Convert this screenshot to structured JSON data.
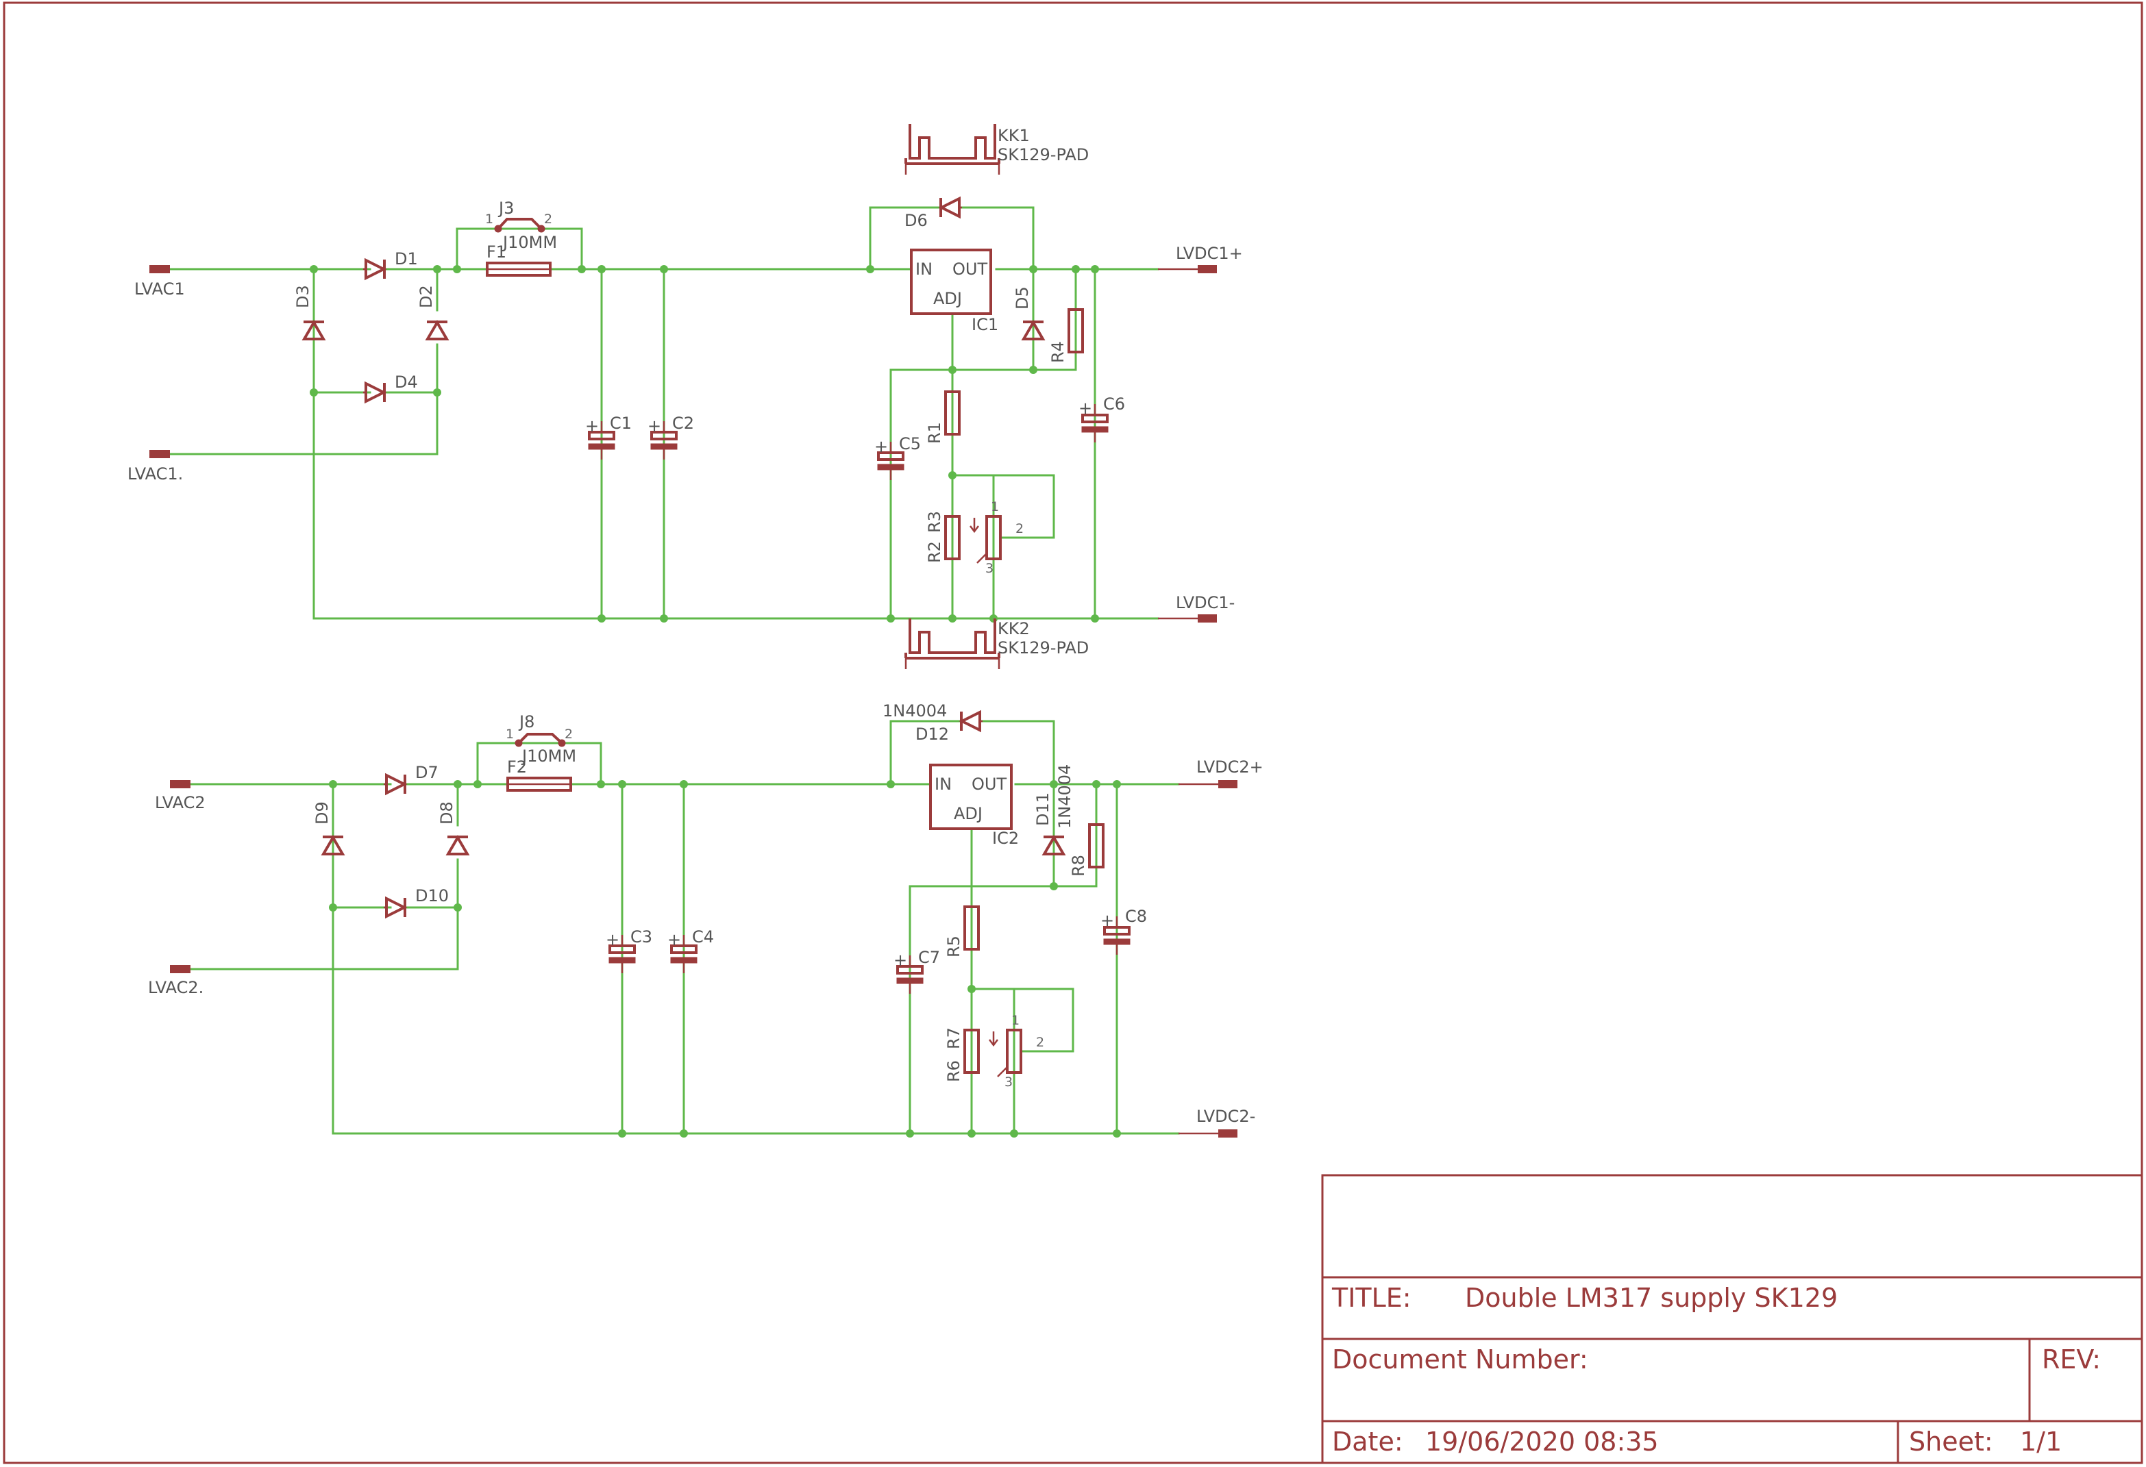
{
  "title_block": {
    "title_label": "TITLE:",
    "title": "Double LM317 supply SK129",
    "document_number_label": "Document Number:",
    "rev_label": "REV:",
    "date_label": "Date:",
    "date": "19/06/2020 08:35",
    "sheet_label": "Sheet:",
    "sheet": "1/1"
  },
  "circuit1": {
    "ac_in_a": "LVAC1",
    "ac_in_b": "LVAC1.",
    "dc_pos": "LVDC1+",
    "dc_neg": "LVDC1-",
    "diode_d1": "D1",
    "diode_d2": "D2",
    "diode_d3": "D3",
    "diode_d4": "D4",
    "diode_d5": "D5",
    "diode_d6": "D6",
    "jumper": "J3",
    "jumper_pin1": "1",
    "jumper_pin2": "2",
    "jumper_value": "J10MM",
    "fuse": "F1",
    "cap_c1": "C1",
    "cap_c2": "C2",
    "cap_c5": "C5",
    "cap_c6": "C6",
    "ic": "IC1",
    "ic_in": "IN",
    "ic_out": "OUT",
    "ic_adj": "ADJ",
    "res_r1": "R1",
    "res_r2": "R2",
    "res_r3": "R3",
    "res_r4": "R4",
    "pot_pin1": "1",
    "pot_pin2": "2",
    "pot_pin3": "3",
    "heatsink1": "KK1",
    "heatsink1_value": "SK129-PAD",
    "heatsink2": "KK2",
    "heatsink2_value": "SK129-PAD"
  },
  "circuit2": {
    "ac_in_a": "LVAC2",
    "ac_in_b": "LVAC2.",
    "dc_pos": "LVDC2+",
    "dc_neg": "LVDC2-",
    "diode_d7": "D7",
    "diode_d8": "D8",
    "diode_d9": "D9",
    "diode_d10": "D10",
    "diode_d11": "D11",
    "diode_d11_value": "1N4004",
    "diode_d12": "D12",
    "diode_d12_value": "1N4004",
    "jumper": "J8",
    "jumper_pin1": "1",
    "jumper_pin2": "2",
    "jumper_value": "J10MM",
    "fuse": "F2",
    "cap_c3": "C3",
    "cap_c4": "C4",
    "cap_c7": "C7",
    "cap_c8": "C8",
    "ic": "IC2",
    "ic_in": "IN",
    "ic_out": "OUT",
    "ic_adj": "ADJ",
    "res_r5": "R5",
    "res_r6": "R6",
    "res_r7": "R7",
    "res_r8": "R8",
    "pot_pin1": "1",
    "pot_pin2": "2",
    "pot_pin3": "3"
  },
  "symbols": {
    "plus": "+"
  },
  "colors": {
    "wire": "#5fb84a",
    "symbol": "#9b3b3b",
    "text": "#555555"
  }
}
